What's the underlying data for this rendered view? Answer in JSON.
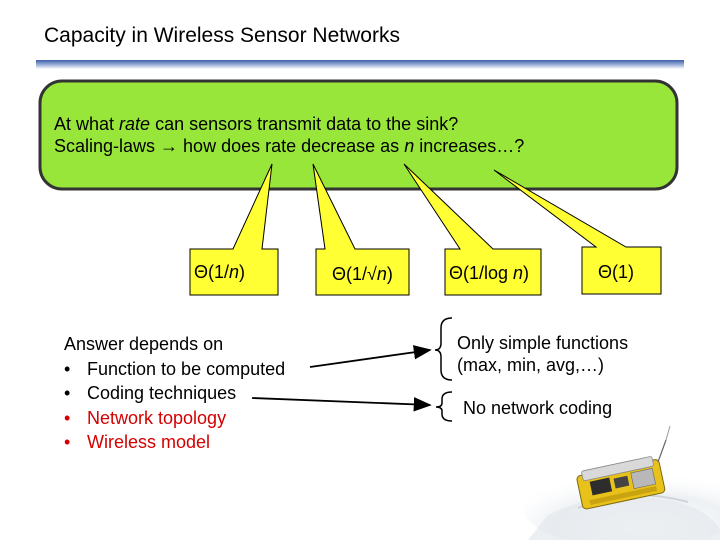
{
  "slide": {
    "title": "Capacity in Wireless Sensor Networks"
  },
  "question_box": {
    "line1_a": "At what ",
    "line1_em": "rate",
    "line1_b": " can sensors transmit data to the sink?",
    "line2_a": "Scaling-laws ",
    "line2_arrow": "→",
    "line2_b": " how does rate decrease as ",
    "line2_em": "n",
    "line2_c": " increases…?",
    "fill_color": "#99e63b",
    "border_color": "#333333"
  },
  "callouts": [
    {
      "prefix": "Θ(1/",
      "var": "n",
      "suffix": ")"
    },
    {
      "prefix": "Θ(1/√",
      "var": "n",
      "suffix": ")"
    },
    {
      "prefix": "Θ(1/log ",
      "var": "n",
      "suffix": ")"
    },
    {
      "prefix": "Θ(1)",
      "var": "",
      "suffix": ""
    }
  ],
  "callout_fill": "#ffff33",
  "answer": {
    "heading": "Answer depends on",
    "bullet": "•",
    "items": [
      "Function to be computed",
      "Coding techniques",
      "Network topology",
      "Wireless model"
    ],
    "highlight_color": "#d40000"
  },
  "right_notes": {
    "note1_line1": "Only simple functions",
    "note1_line2": "(max, min, avg,…)",
    "note2": "No network coding"
  },
  "icons": {
    "device": "sensor-node-image"
  }
}
